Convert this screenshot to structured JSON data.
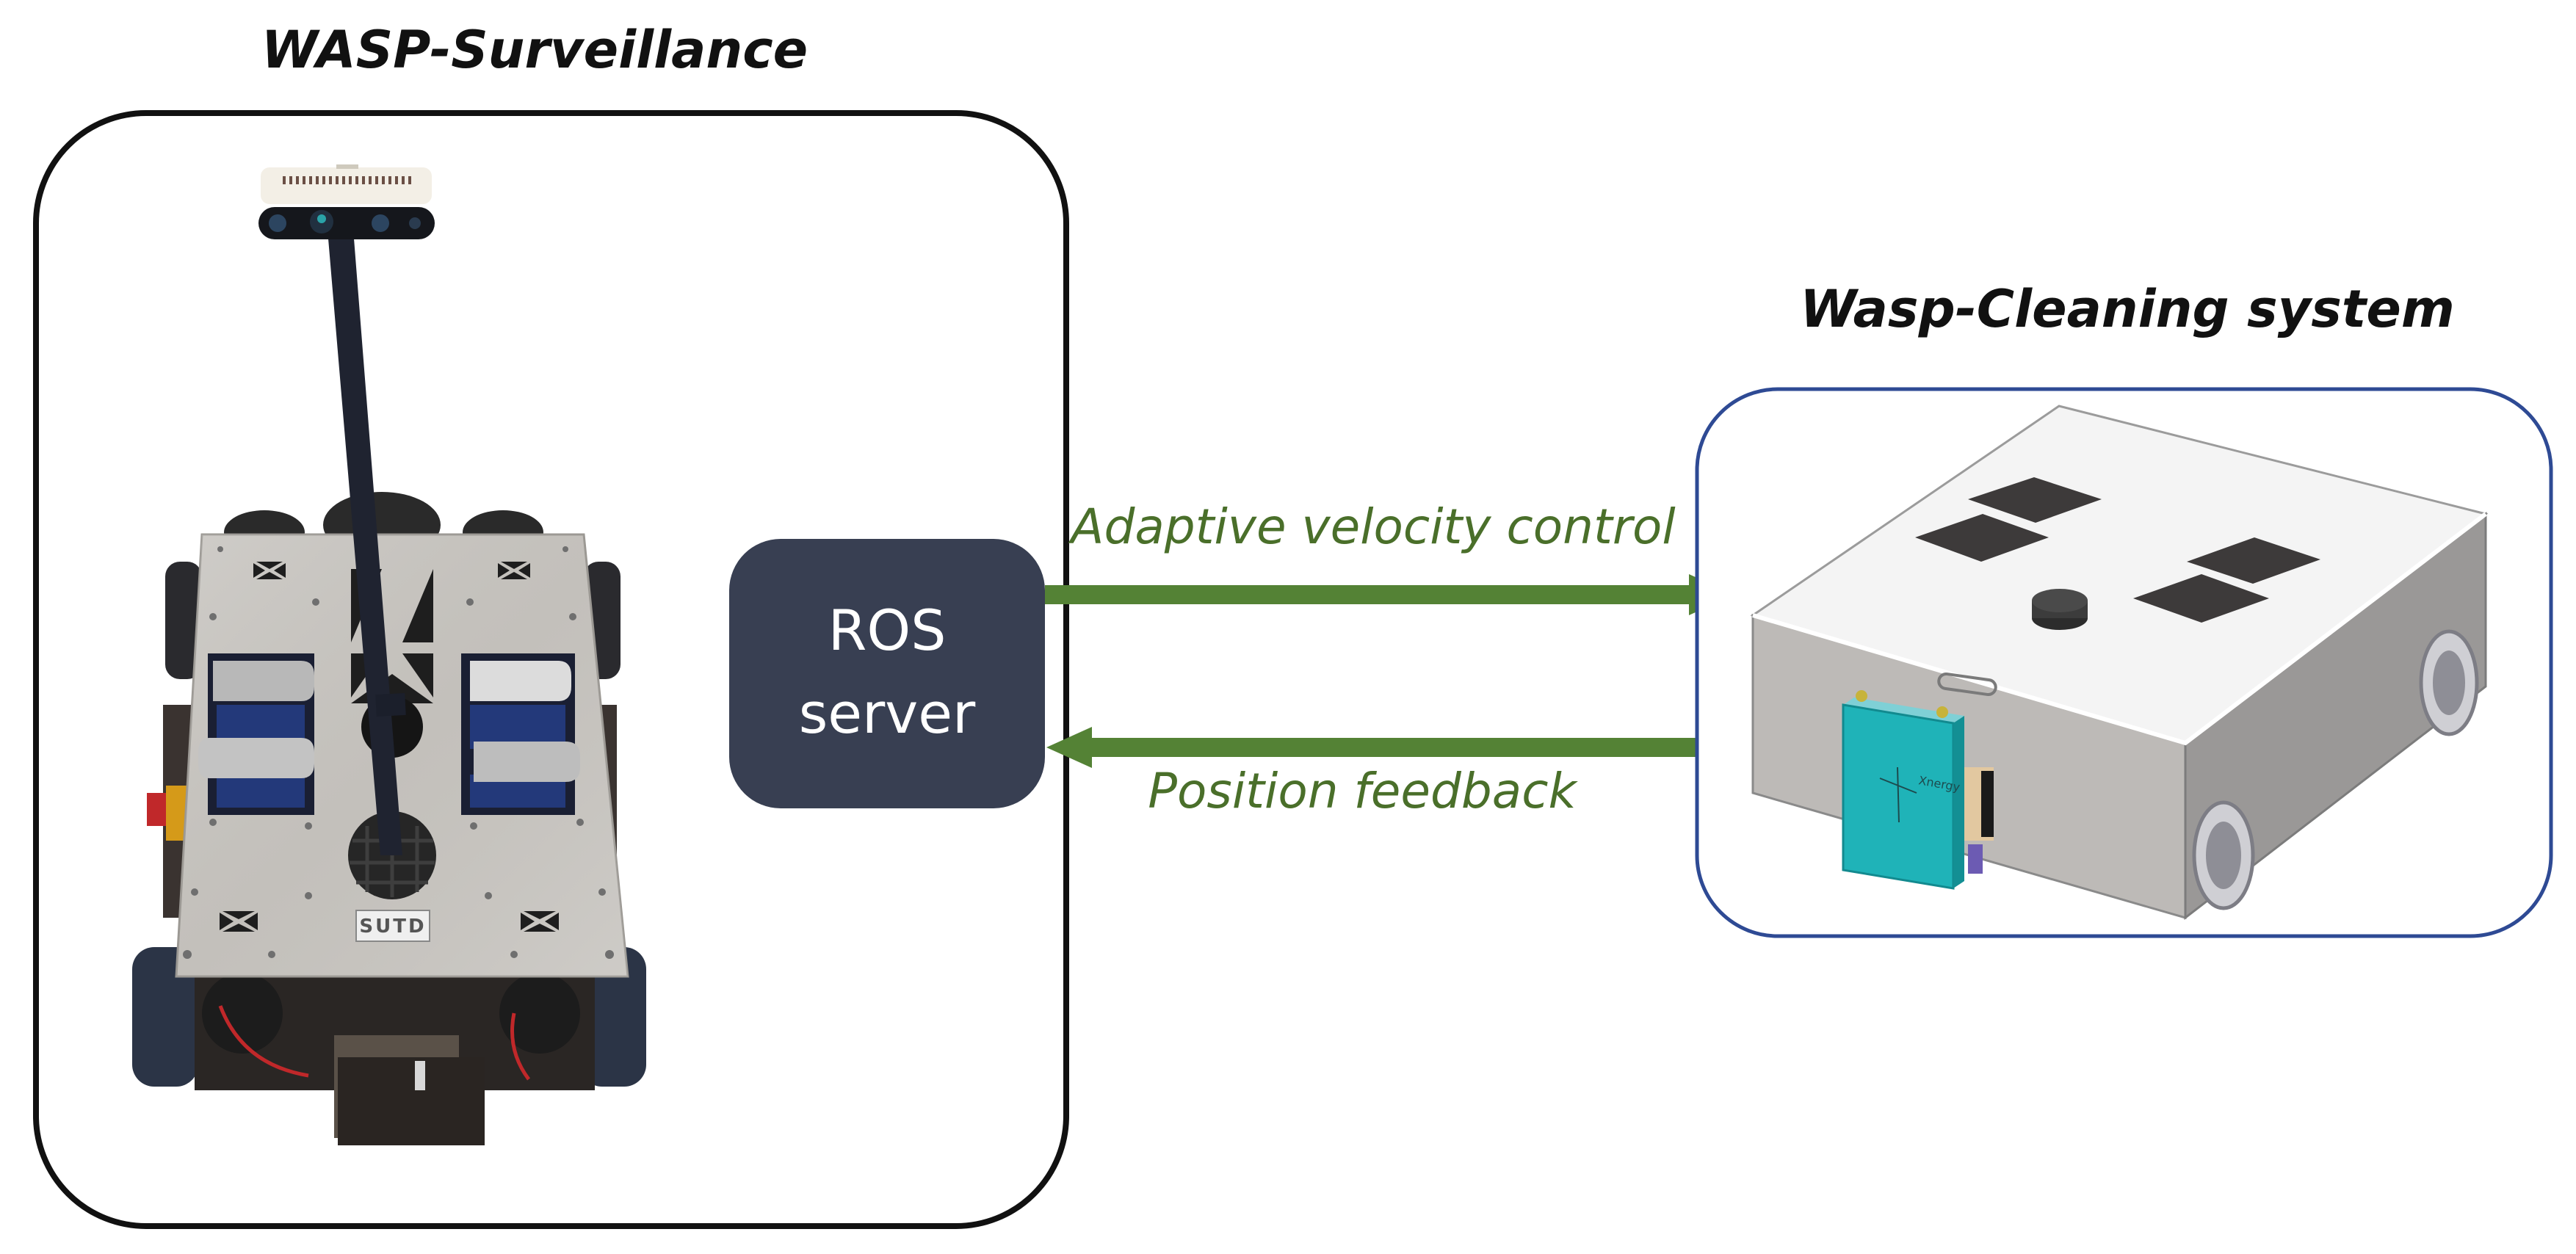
{
  "diagram": {
    "left_system": {
      "title": "WASP-Surveillance",
      "border_color": "#111111",
      "robot": {
        "description": "Mobile surveillance robot with mast-mounted depth camera and mecanum wheels",
        "plate_logo": "SUTD"
      }
    },
    "server": {
      "line1": "ROS",
      "line2": "server",
      "fill_color": "#383f52",
      "text_color": "#ffffff"
    },
    "right_system": {
      "title": "Wasp-Cleaning system",
      "border_color": "#2e4a94",
      "robot": {
        "description": "Box-shaped cleaning robot with four top pads, central knob, side wheels and a teal module",
        "module_label": "Xnergy"
      }
    },
    "links": [
      {
        "id": "adaptive-velocity-control",
        "label": "Adaptive velocity control",
        "from": "ROS server",
        "to": "Wasp-Cleaning system",
        "direction": "right"
      },
      {
        "id": "position-feedback",
        "label": "Position feedback",
        "from": "Wasp-Cleaning system",
        "to": "ROS server",
        "direction": "left"
      }
    ],
    "colors": {
      "arrow": "#548235",
      "arrow_label": "#4a6f2a",
      "title": "#111111"
    }
  }
}
